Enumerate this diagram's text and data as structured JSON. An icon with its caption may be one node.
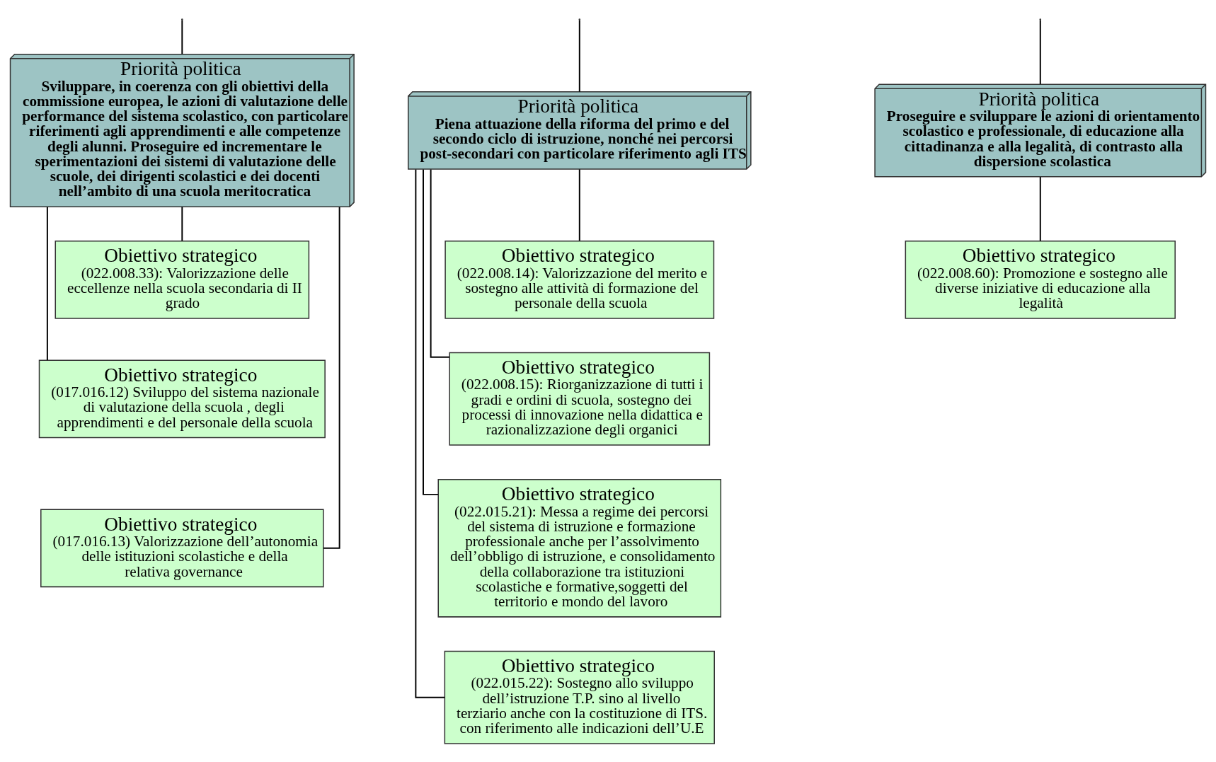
{
  "diagram": {
    "nodes": [
      {
        "text": [
          "Priorità politica",
          "Sviluppare, in coerenza con gli obiettivi della commissione europea, le azioni di valutazione delle performance del sistema scolastico, con particolare riferimenti agli apprendimenti e alle competenze degli alunni. Proseguire ed incrementare le sperimentazioni dei sistemi di valutazione delle scuole, dei dirigenti scolastici e dei docenti nell’ambito di una scuola meritocratica"
        ]
      },
      {
        "text": [
          "Priorità politica",
          "Piena attuazione della riforma del primo e del secondo ciclo di istruzione, nonché nei percorsi post-secondari con particolare riferimento agli ITS"
        ]
      },
      {
        "text": [
          "Priorità politica",
          "Proseguire e sviluppare le azioni di orientamento scolastico e professionale, di educazione alla cittadinanza e alla legalità, di contrasto alla dispersione scolastica"
        ]
      },
      {
        "text": [
          "Obiettivo strategico",
          "(022.008.33): Valorizzazione delle eccellenze nella scuola secondaria di II grado"
        ]
      },
      {
        "text": [
          "Obiettivo strategico",
          "(017.016.12) Sviluppo del sistema nazionale di valutazione della scuola , degli apprendimenti e del personale della scuola"
        ]
      },
      {
        "text": [
          "Obiettivo strategico",
          "(017.016.13) Valorizzazione dell’autonomia delle istituzioni scolastiche e della relativa governance"
        ]
      },
      {
        "text": [
          "Obiettivo strategico",
          "(022.008.14): Valorizzazione del merito e sostegno alle attività di formazione del personale della scuola"
        ]
      },
      {
        "text": [
          "Obiettivo strategico",
          "(022.008.15): Riorganizzazione di tutti i gradi e ordini di scuola, sostegno dei processi di innovazione nella didattica e razionalizzazione degli organici"
        ]
      },
      {
        "text": [
          "Obiettivo strategico",
          "(022.015.21): Messa a regime dei percorsi del sistema di istruzione e formazione professionale anche per l’assolvimento dell’obbligo di istruzione, e consolidamento della collaborazione tra istituzioni scolastiche e formative,soggetti del territorio e mondo del lavoro"
        ]
      },
      {
        "text": [
          "Obiettivo strategico",
          "(022.015.22): Sostegno allo sviluppo dell’istruzione T.P. sino al livello terziario anche con la costituzione di ITS. con riferimento alle indicazioni dell’U.E"
        ]
      },
      {
        "text": [
          "Obiettivo strategico",
          "(022.008.60): Promozione e sostegno alle diverse iniziative di educazione alla legalità"
        ]
      }
    ],
    "edges": [
      {
        "from": null,
        "to": 0,
        "arrow": "none"
      },
      {
        "from": null,
        "to": 1,
        "arrow": "none"
      },
      {
        "from": null,
        "to": 2,
        "arrow": "none"
      },
      {
        "from": 0,
        "to": 3,
        "arrow": "none"
      },
      {
        "from": 0,
        "to": 4,
        "arrow": "none"
      },
      {
        "from": 0,
        "to": 5,
        "arrow": "none"
      },
      {
        "from": 1,
        "to": 6,
        "arrow": "none"
      },
      {
        "from": 1,
        "to": 7,
        "arrow": "none"
      },
      {
        "from": 1,
        "to": 8,
        "arrow": "none"
      },
      {
        "from": 1,
        "to": 9,
        "arrow": "none"
      },
      {
        "from": 2,
        "to": 10,
        "arrow": "none"
      }
    ]
  }
}
